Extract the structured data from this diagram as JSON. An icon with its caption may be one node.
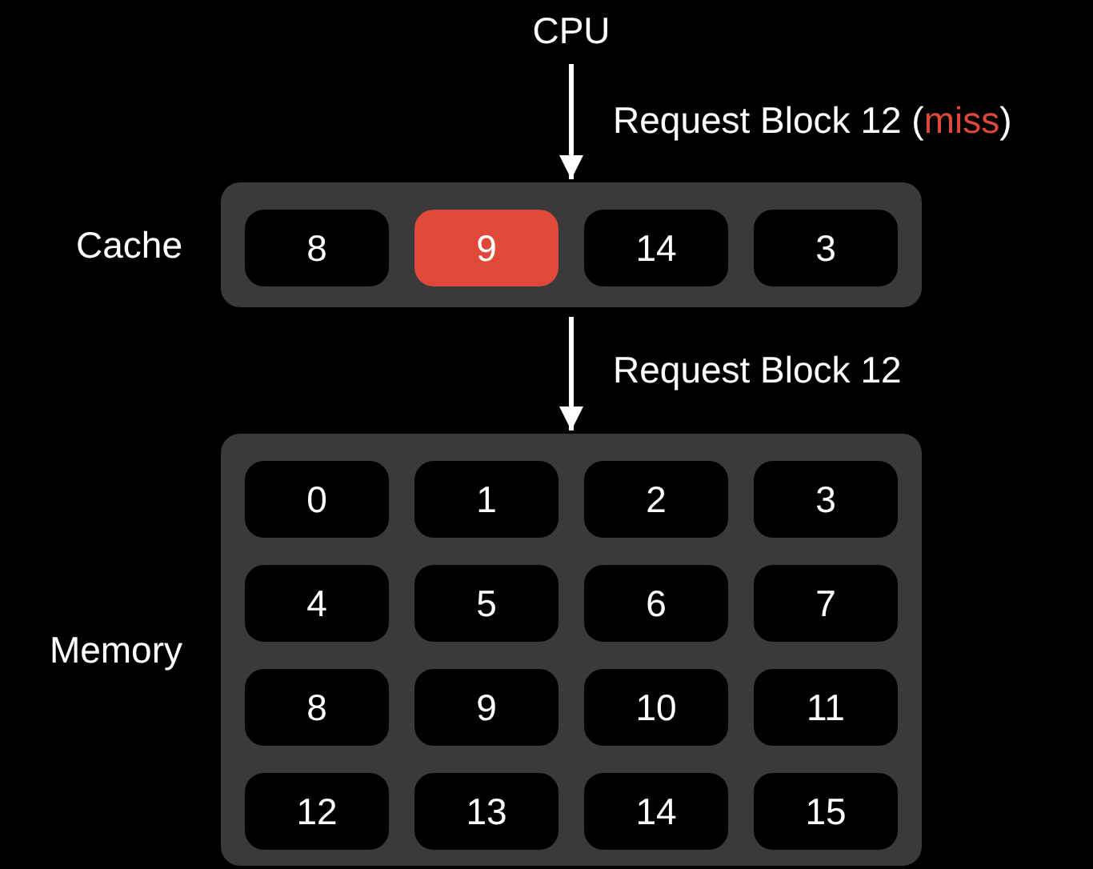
{
  "diagram": {
    "nodes": [
      {
        "text": [
          "CPU"
        ]
      },
      {
        "text": [
          "Cache"
        ]
      },
      {
        "text": [
          "8"
        ],
        "in": 1
      },
      {
        "text": [
          "9"
        ],
        "in": 1
      },
      {
        "text": [
          "14"
        ],
        "in": 1
      },
      {
        "text": [
          "3"
        ],
        "in": 1
      },
      {
        "text": [
          "Memory"
        ]
      },
      {
        "text": [
          "0"
        ],
        "in": 6
      },
      {
        "text": [
          "1"
        ],
        "in": 6
      },
      {
        "text": [
          "2"
        ],
        "in": 6
      },
      {
        "text": [
          "3"
        ],
        "in": 6
      },
      {
        "text": [
          "4"
        ],
        "in": 6
      },
      {
        "text": [
          "5"
        ],
        "in": 6
      },
      {
        "text": [
          "6"
        ],
        "in": 6
      },
      {
        "text": [
          "7"
        ],
        "in": 6
      },
      {
        "text": [
          "8"
        ],
        "in": 6
      },
      {
        "text": [
          "9"
        ],
        "in": 6
      },
      {
        "text": [
          "10"
        ],
        "in": 6
      },
      {
        "text": [
          "11"
        ],
        "in": 6
      },
      {
        "text": [
          "12"
        ],
        "in": 6
      },
      {
        "text": [
          "13"
        ],
        "in": 6
      },
      {
        "text": [
          "14"
        ],
        "in": 6
      },
      {
        "text": [
          "15"
        ],
        "in": 6
      }
    ],
    "edges": [
      {
        "from": 0,
        "to": 1,
        "arrow": "to",
        "label": "Request Block 12 (miss)"
      },
      {
        "from": 1,
        "to": 6,
        "arrow": "to",
        "label": "Request Block 12"
      }
    ]
  }
}
